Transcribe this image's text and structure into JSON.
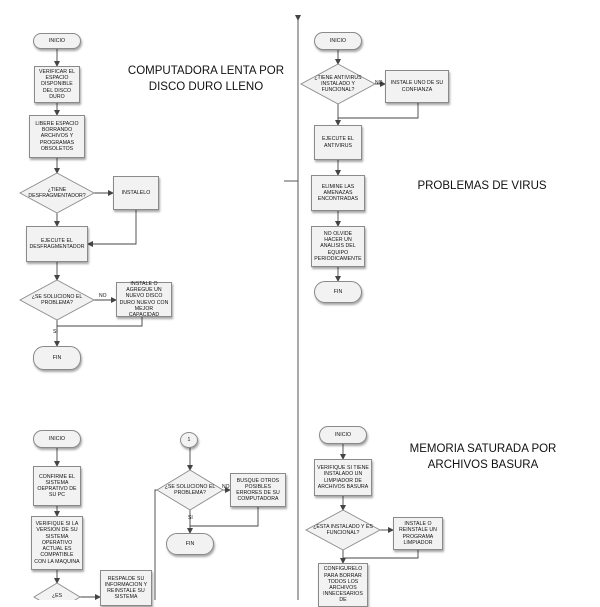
{
  "titles": {
    "slow_pc": "COMPUTADORA LENTA POR DISCO DURO LLENO",
    "virus": "PROBLEMAS DE VIRUS",
    "memory": "MEMORIA SATURADA POR ARCHIVOS BASURA"
  },
  "slow_pc": {
    "start": "INICIO",
    "check_space": "VERIFICAR EL ESPACIO DISPONIBLE DEL DISCO DURO",
    "free_space": "LIBERE ESPACIO BORRANDO ARCHIVOS Y PROGRAMAS OBSOLETOS",
    "has_defrag": "¿TIENE DESFRAGMENTADOR?",
    "install": "INSTALELO",
    "run_defrag": "EJECUTE EL DESFRAGMENTADOR",
    "solved": "¿SE SOLUCIONO EL PROBLEMA?",
    "no": "NO",
    "new_disk": "INSTALE O AGREGUE UN NUEVO DISCO DURO NUEVO CON MEJOR CAPACIDAD",
    "yes": "SI",
    "end": "FIN"
  },
  "virus": {
    "start": "INICIO",
    "has_antivirus": "¿TIENE ANTIVIRUS INSTALADO Y FUNCIONAL?",
    "no": "NO",
    "install_one": "INSTALE UNO DE SU CONFIANZA",
    "run_antivirus": "EJECUTE EL ANTIVIRUS",
    "remove_threats": "ELIMINE LAS AMENAZAS ENCONTRADAS",
    "periodic": "NO OLVIDE HACER UN ANALISIS DEL EQUIPO PERIODICAMENTE",
    "end": "FIN"
  },
  "os": {
    "start": "INICIO",
    "confirm_os": "CONFIRME EL SISTEMA OEPRATIVO DE SU PC",
    "verify_version": "VERIFIQUE SI LA VERSION DE SU SISTEMA OPERATIVO ACTUAL ES COMPATIBLE CON LA MAQUINA",
    "backup": "RESPALDE SU INFORMACION Y REINSTALE SU SISTEMA",
    "partial_decision": "¿ES",
    "connector": "1",
    "solved": "¿SE SOLUCIONO EL PROBLEMA?",
    "no": "NO",
    "other_errors": "BUSQUE OTROS POSIBLES ERRORES DE SU COMPUTADORA",
    "yes": "SI",
    "end": "FIN"
  },
  "memory": {
    "start": "INICIO",
    "check_cleaner": "VERIFIQUE SI TIENE INSTALADO UN LIMPIADOR DE ARCHIVOS BASURA",
    "installed": "¿ESTA INSTALADO Y ES FUNCIONAL?",
    "install_cleaner": "INSTALE O REINSTALE UN PROGRAMA LIMPIADOR",
    "configure": "CONFIGURELO PARA BORRAR TODOS LOS ARCHIVOS INNECESARIOS DE"
  },
  "colors": {
    "box_fill": "#f2f2f2",
    "box_border": "#8a8a8a",
    "line": "#444444"
  }
}
